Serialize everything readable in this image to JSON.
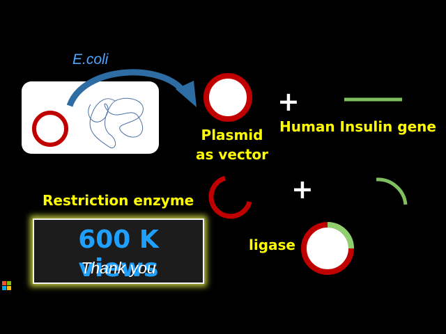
{
  "labels": {
    "ecoli": "E.coli",
    "plasmid": "Plasmid as vector",
    "plasmid_line1": "Plasmid",
    "plasmid_line2": "as vector",
    "insulin_gene": "Human Insulin gene",
    "restriction_enzyme": "Restriction enzyme",
    "ligase": "ligase",
    "plus": "+"
  },
  "banner": {
    "title": "600 K views",
    "subtitle": "Thank you"
  },
  "colors": {
    "background": "#000000",
    "label_text": "#ffff00",
    "ecoli_text": "#4da6ff",
    "plasmid_ring": "#c00000",
    "gene_segment": "#7fbf5f",
    "arrow": "#2e6da4",
    "views_text": "#1fa0ff",
    "banner_glow": "#b8c23a"
  }
}
